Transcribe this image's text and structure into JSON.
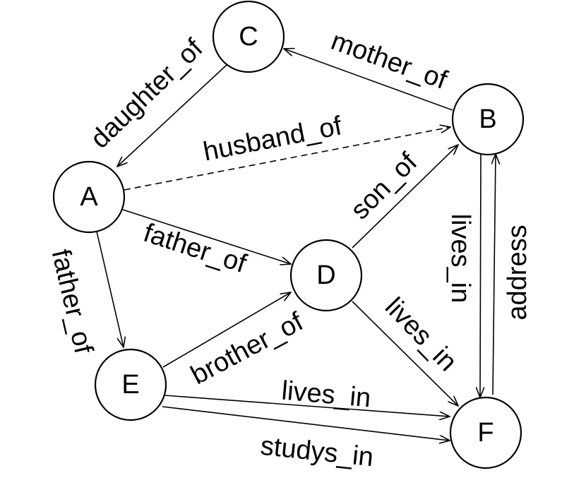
{
  "nodes": {
    "A": "A",
    "B": "B",
    "C": "C",
    "D": "D",
    "E": "E",
    "F": "F"
  },
  "edges": {
    "c_a": "daughter_of",
    "b_c": "mother_of",
    "a_b": "husband_of",
    "a_d": "father_of",
    "a_e": "father_of",
    "d_b": "son_of",
    "e_d": "brother_of",
    "d_f": "lives_in",
    "b_f": "lives_in",
    "f_b": "address",
    "e_f_lives": "lives_in",
    "e_f_studys": "studys_in"
  }
}
